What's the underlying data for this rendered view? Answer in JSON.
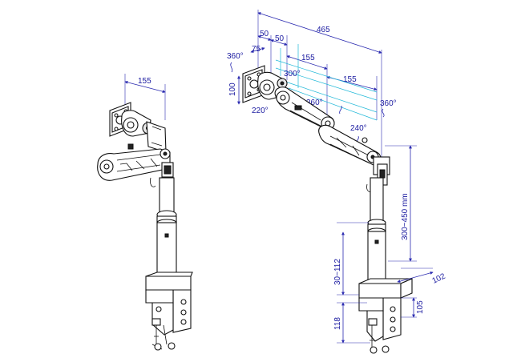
{
  "left_view": {
    "dim_width": "155"
  },
  "right_view": {
    "dim_total": "465",
    "dim_50a": "50",
    "dim_50b": "50",
    "dim_75": "75",
    "dim_100": "100",
    "dim_155a": "155",
    "dim_155b": "155",
    "rot_360_plate": "360°",
    "rot_300": "300°",
    "rot_220": "220°",
    "rot_360_mid": "360°",
    "rot_240": "240°",
    "rot_360_end": "360°",
    "height_range": "300~450 mm",
    "clamp_range": "30~112",
    "base_118": "118",
    "base_102": "102",
    "base_105": "105"
  }
}
